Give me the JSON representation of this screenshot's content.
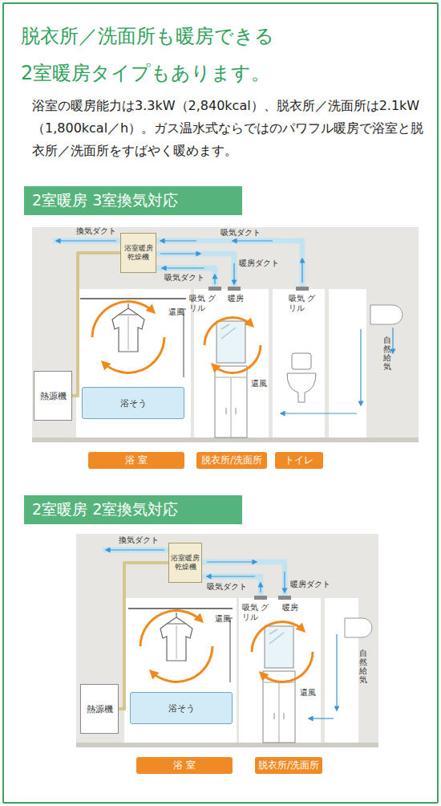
{
  "diagram": {
    "title": "脱衣所／洗面所も暖房できる 2室暖房タイプもあります。",
    "nodes": [
      {
        "text": [
          "2室暖房 3室換気対応"
        ]
      },
      {
        "text": [
          "浴室暖房 乾燥機"
        ]
      },
      {
        "text": [
          "熱源機"
        ]
      },
      {
        "text": [
          "浴そう"
        ]
      },
      {
        "text": [
          "浴 室"
        ]
      },
      {
        "text": [
          "脱衣所/洗面所"
        ]
      },
      {
        "text": [
          "トイレ"
        ]
      },
      {
        "text": [
          "2室暖房 2室換気対応"
        ]
      },
      {
        "text": [
          "浴室暖房 乾燥機"
        ]
      },
      {
        "text": [
          "熱源機"
        ]
      },
      {
        "text": [
          "浴そう"
        ]
      },
      {
        "text": [
          "浴 室"
        ]
      },
      {
        "text": [
          "脱衣所/洗面所"
        ]
      }
    ],
    "edges": [
      {
        "from": 2,
        "to": 1,
        "arrow": "none"
      },
      {
        "from": 9,
        "to": 8,
        "arrow": "none"
      }
    ],
    "labels": [
      "浴室の暖房能力は3.3kW（2,840kcal）、脱衣所／洗面所は2.1kW（1,800kcal／h）。ガス温水式ならではのパワフル暖房で浴室と脱衣所／洗面所をすばやく暖めます。",
      "換気ダクト",
      "吸気ダクト",
      "暖房ダクト",
      "吸気ダクト",
      "還風",
      "吸気 グリル",
      "暖房",
      "還風",
      "吸気 グリル",
      "自然給気",
      "換気ダクト",
      "暖房ダクト",
      "吸気ダクト",
      "還風",
      "吸気 グリル",
      "暖房",
      "還風",
      "自然給気"
    ]
  }
}
